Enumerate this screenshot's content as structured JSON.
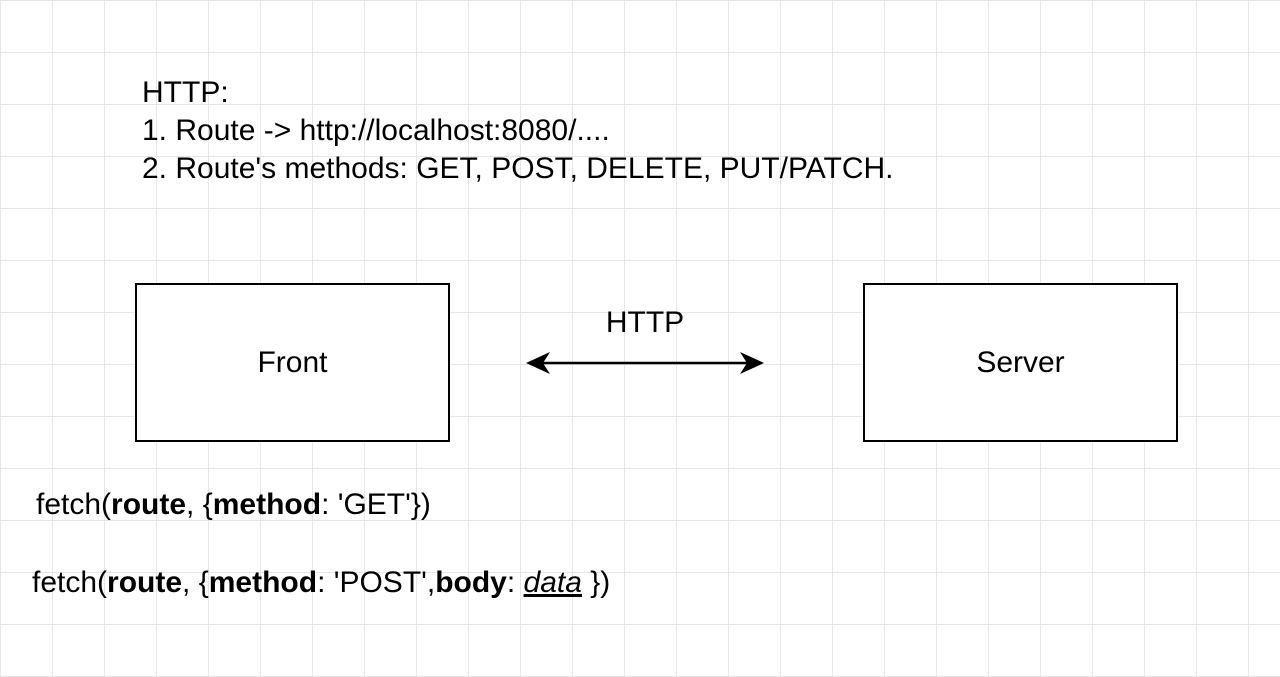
{
  "notes": {
    "heading": "HTTP:",
    "line1": "1. Route -> http://localhost:8080/....",
    "line2": "2. Route's methods: GET, POST, DELETE, PUT/PATCH."
  },
  "diagram": {
    "left_box": "Front",
    "right_box": "Server",
    "arrow_label": "HTTP"
  },
  "code_get": {
    "prefix": "fetch(",
    "route": "route",
    "sep1": ", {",
    "method_key": "method",
    "method_val": ": 'GET'})"
  },
  "code_post": {
    "prefix": "fetch(",
    "route": "route",
    "sep1": ", {",
    "method_key": "method",
    "method_val": ": 'POST',",
    "body_key": "body",
    "colon": ": ",
    "data": "data",
    "suffix": " })"
  }
}
